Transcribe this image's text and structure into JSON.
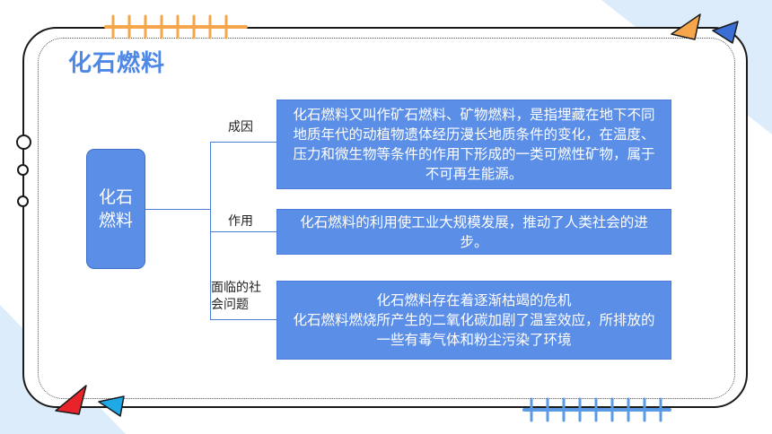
{
  "title": "化石燃料",
  "root": {
    "line1": "化石",
    "line2": "燃料"
  },
  "branches": [
    {
      "label": "成因",
      "text": "化石燃料又叫作矿石燃料、矿物燃料，是指埋藏在地下不同地质年代的动植物遗体经历漫长地质条件的变化，在温度、压力和微生物等条件的作用下形成的一类可燃性矿物，属于不可再生能源。"
    },
    {
      "label": "作用",
      "text": "化石燃料的利用使工业大规模发展，推动了人类社会的进步。"
    },
    {
      "label": "面临的社会问题",
      "text_line1": "化石燃料存在着逐渐枯竭的危机",
      "text_line2": "化石燃料燃烧所产生的二氧化碳加剧了温室效应，所排放的一些有毒气体和粉尘污染了环境"
    }
  ],
  "colors": {
    "accent": "#5b8ee6",
    "title": "#4d88e6",
    "frame": "#1a1a1a",
    "orange": "#f5a54a",
    "red": "#e8232a",
    "blue_deco": "#3b6fd6",
    "cyan": "#1fa9e6"
  }
}
